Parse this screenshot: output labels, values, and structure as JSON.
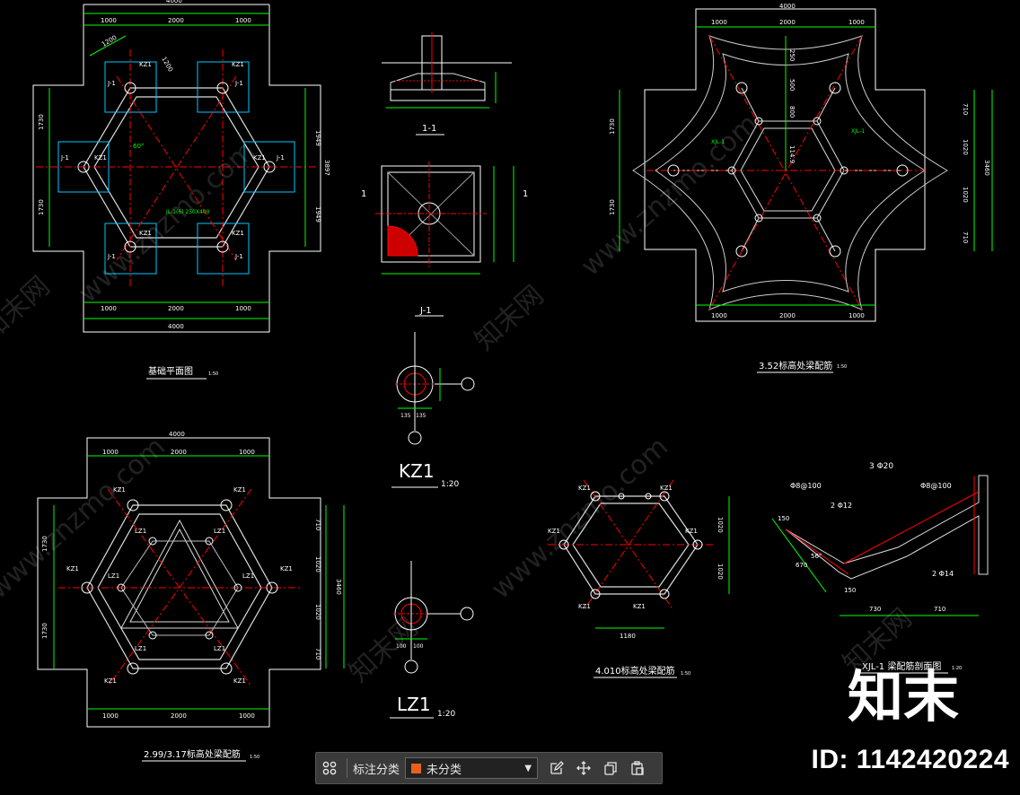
{
  "colors": {
    "bg": "#000000",
    "white": "#ffffff",
    "yellow": "#ffff00",
    "green": "#00ff00",
    "red": "#ff0000",
    "cyan": "#00c8ff",
    "category_swatch": "#e8601c"
  },
  "plan1": {
    "top_total": "4000",
    "top_dims": [
      "1000",
      "2000",
      "1000"
    ],
    "left_dims": [
      "1730",
      "1730"
    ],
    "right_dims": [
      "1949",
      "3897",
      "1949"
    ],
    "bottom_dims": [
      "1000",
      "2000",
      "1000"
    ],
    "bottom_total": "4000",
    "diag_dims": [
      "1200",
      "1200"
    ],
    "angle": "60°",
    "kz_labels": [
      "KZ1",
      "KZ1",
      "KZ1",
      "KZ1",
      "KZ1",
      "KZ1"
    ],
    "j_labels": [
      "J-1",
      "J-1",
      "J-1",
      "J-1",
      "J-1",
      "J-1"
    ],
    "beam_label": "JL-1(6) 250X400",
    "title": "基础平面图",
    "scale": "1:50"
  },
  "detail_1_1": {
    "label": "1-1"
  },
  "detail_j1": {
    "label": "J-1",
    "side": "1"
  },
  "kz1": {
    "label": "KZ1",
    "scale": "1:20",
    "dim": "135"
  },
  "lz1": {
    "label": "LZ1",
    "scale": "1:20",
    "dim": "100"
  },
  "plan2": {
    "top_total": "4000",
    "top_dims": [
      "1000",
      "2000",
      "1000"
    ],
    "top_dims_a": [
      "250",
      "500",
      "800"
    ],
    "right_dims": [
      "710",
      "1020",
      "1020",
      "710"
    ],
    "right_total": "3460",
    "left_dims": [
      "1730",
      "1730"
    ],
    "bottom_dims": [
      "1000",
      "2000",
      "1000"
    ],
    "center_dim": "114.9",
    "beam_label": "XJL-1",
    "title": "3.52标高处梁配筋",
    "scale": "1:50"
  },
  "plan3": {
    "top_total": "4000",
    "top_dims": [
      "1000",
      "2000",
      "1000"
    ],
    "left_dims": [
      "1730",
      "1730"
    ],
    "right_dims": [
      "710",
      "1020",
      "1020",
      "710"
    ],
    "right_total": "3460",
    "bottom_dims": [
      "1000",
      "2000",
      "1000"
    ],
    "kz_labels": [
      "KZ1",
      "KZ1",
      "KZ1",
      "KZ1",
      "KZ1",
      "KZ1"
    ],
    "lz_labels": [
      "LZ1",
      "LZ1",
      "LZ1",
      "LZ1",
      "LZ1",
      "LZ1"
    ],
    "title": "2.99/3.17标高处梁配筋",
    "scale": "1:50"
  },
  "plan4": {
    "right_dims": [
      "1020",
      "1020"
    ],
    "bottom_dim": "1180",
    "kz_labels": [
      "KZ1",
      "KZ1",
      "KZ1",
      "KZ1",
      "KZ1",
      "KZ1"
    ],
    "title": "4.010标高处梁配筋",
    "scale": "1:50"
  },
  "section_xjl": {
    "labels": [
      "3 Φ20",
      "Φ8@100",
      "Φ8@100",
      "2 Φ12",
      "2 Φ14"
    ],
    "dims": [
      "730",
      "710",
      "150",
      "670",
      "150"
    ],
    "angle": "56°",
    "title": "XJL-1 梁配筋剖面图",
    "scale": "1:20"
  },
  "watermark": {
    "site": "www.znzmo.com",
    "site_cn": "知末网",
    "logo": "知末",
    "id": "ID: 1142420224"
  },
  "toolbar": {
    "grid_icon": "grid-icon",
    "label": "标注分类",
    "category": "未分类",
    "tools": [
      "edit-icon",
      "move-icon",
      "copy-icon",
      "paste-icon"
    ]
  }
}
